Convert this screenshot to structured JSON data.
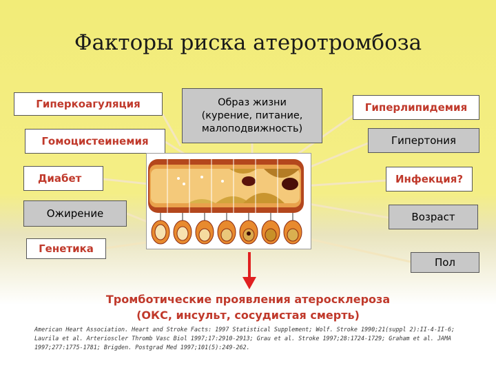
{
  "title": "Факторы риска атеротромбоза",
  "left_factors": [
    {
      "label": "Гиперкоагуляция"
    },
    {
      "label": "Гомоцистеинемия"
    },
    {
      "label": "Диабет"
    },
    {
      "label": "Ожирение"
    },
    {
      "label": "Генетика"
    }
  ],
  "center_factor": {
    "line1": "Образ жизни",
    "line2": "(курение, питание,",
    "line3": "малоподвижность)"
  },
  "right_factors": [
    {
      "label": "Гиперлипидемия"
    },
    {
      "label": "Гипертония"
    },
    {
      "label": "Инфекция?"
    },
    {
      "label": "Возраст"
    },
    {
      "label": "Пол"
    }
  ],
  "result": {
    "line1": "Тромботические проявления атеросклероза",
    "line2": "(ОКС, инсульт, сосудистая смерть)"
  },
  "references": [
    "American Heart Association. Heart and Stroke Facts: 1997 Statistical Supplement; Wolf. Stroke 1990;21(suppl 2):II-4-II-6;",
    "Laurila et al. Arterioscler Thromb Vasc Biol 1997;17:2910-2913; Grau et al. Stroke 1997;28:1724-1729; Graham et al. JAMA",
    "1997;277:1775-1781; Brigden. Postgrad Med 1997;101(5):249-262."
  ],
  "colors": {
    "accent_red": "#c0392b",
    "line_color": "#e8d8a8",
    "box_grey": "#c8c8c8",
    "arrow_red": "#e02020"
  }
}
